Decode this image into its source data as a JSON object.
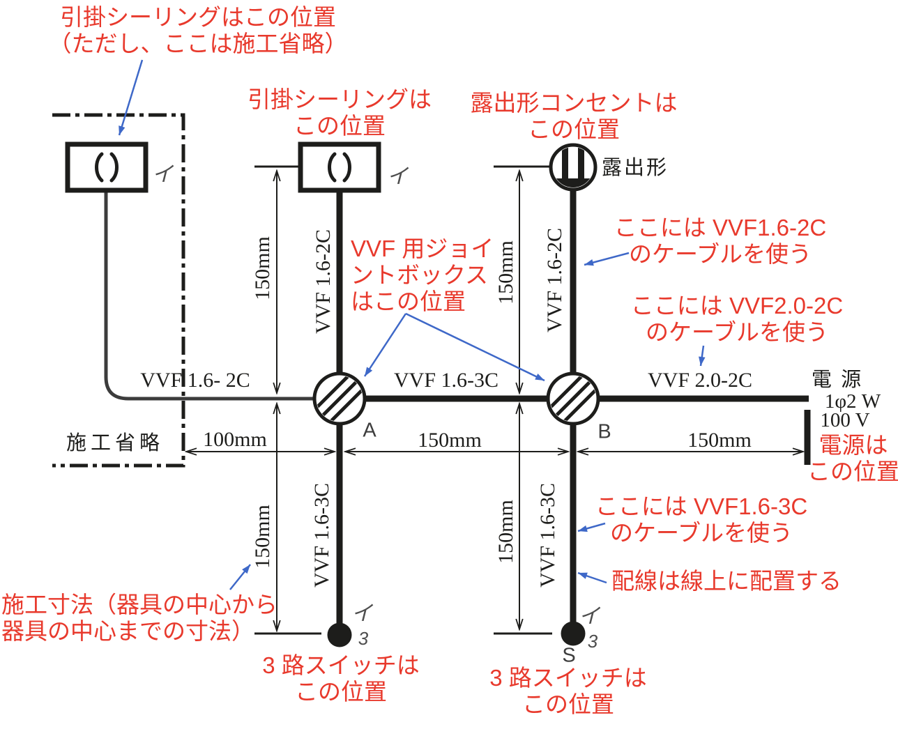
{
  "colors": {
    "red": "#e8392c",
    "blue": "#3e68c8",
    "black": "#1d1d1b",
    "gray": "#4d4d4d",
    "wiregray": "#3c3c3c",
    "bg": "#ffffff"
  },
  "annotations": {
    "ceiling_omitted": {
      "line1": "引掛シーリングはこの位置",
      "line2": "（ただし、ここは施工省略）"
    },
    "ceiling": {
      "line1": "引掛シーリングは",
      "line2": "この位置"
    },
    "outlet": {
      "line1": "露出形コンセントは",
      "line2": "この位置"
    },
    "joint_box": {
      "line1": "VVF 用ジョイ",
      "line2": "ントボックス",
      "line3": "はこの位置"
    },
    "cable_vvf16_2c": {
      "line1": "ここには VVF1.6-2C",
      "line2": "のケーブルを使う"
    },
    "cable_vvf20_2c": {
      "line1": "ここには VVF2.0-2C",
      "line2": "のケーブルを使う"
    },
    "power_position": {
      "line1": "電源は",
      "line2": "この位置"
    },
    "cable_vvf16_3c": {
      "line1": "ここには VVF1.6-3C",
      "line2": "のケーブルを使う"
    },
    "wiring_on_line": "配線は線上に配置する",
    "dimension_note": {
      "line1": "施工寸法（器具の中心から",
      "line2": "器具の中心までの寸法）"
    },
    "switch_a": {
      "line1": "3 路スイッチは",
      "line2": "この位置"
    },
    "switch_b": {
      "line1": "3 路スイッチは",
      "line2": "この位置"
    }
  },
  "cable_labels": {
    "left_horizontal": "VVF 1.6- 2C",
    "middle_horizontal": "VVF 1.6-3C",
    "right_horizontal": "VVF 2.0-2C",
    "vertical_16_2c": "VVF 1.6-2C",
    "vertical_16_3c": "VVF 1.6-3C"
  },
  "dimensions": {
    "d100": "100mm",
    "d150": "150mm"
  },
  "device_labels": {
    "katakana_i": "イ",
    "three": "3",
    "switch_s": "S",
    "joint_a": "A",
    "joint_b": "B",
    "exposed_type": "露出形",
    "construction_omitted": "施工省略"
  },
  "power": {
    "label": "電 源",
    "phase": "1φ2 W",
    "voltage": "100 V"
  }
}
